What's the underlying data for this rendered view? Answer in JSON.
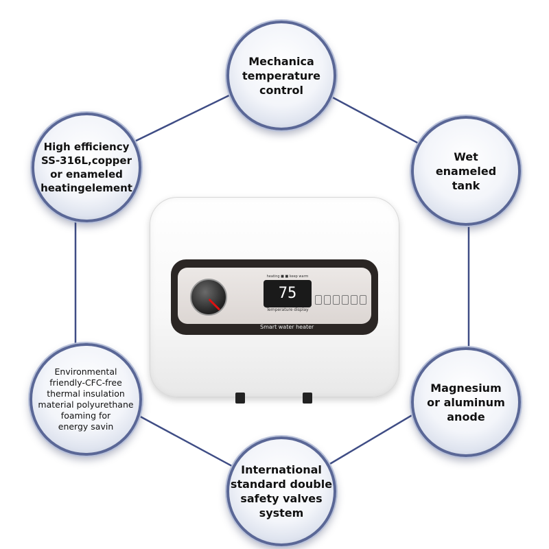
{
  "features": {
    "top": "Mechanica\ntemperature\ncontrol",
    "top_right": "Wet\nenameled\ntank",
    "bottom_right": "Magnesium\nor aluminum\nanode",
    "bottom": "International\nstandard double\nsafety valves\nsystem",
    "bottom_left": "Environmental\nfriendly-CFC-free\nthermal insulation\nmaterial polyurethane\nfoaming for\nenergy savin",
    "top_left": "High efficiency\nSS-316L,copper\nor enameled\nheatingelement"
  },
  "heater": {
    "display_value": "75",
    "display_label": "Temperature display",
    "lamp_label": "heating ■ ■ keep warm",
    "strip_label": "Smart water heater"
  },
  "colors": {
    "bubble_border": "#5a6796",
    "hexagon_line": "#3f4d85"
  }
}
